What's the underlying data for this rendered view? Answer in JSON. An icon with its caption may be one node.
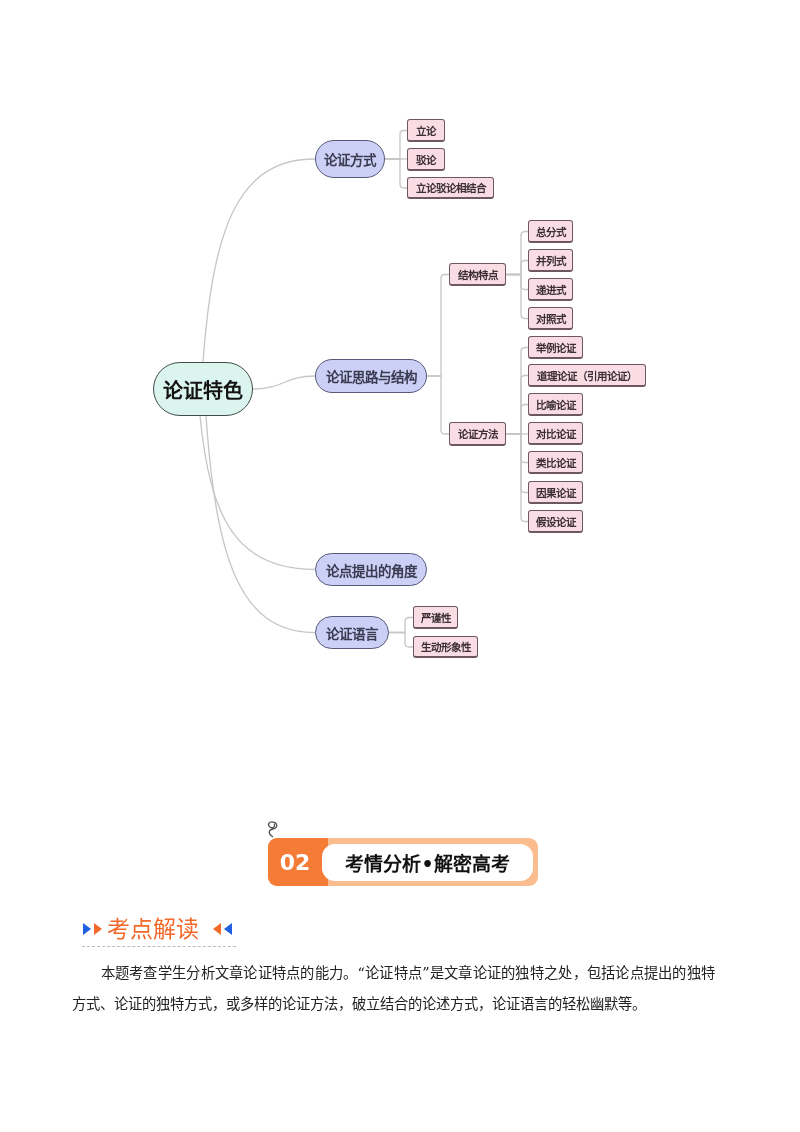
{
  "diagram": {
    "nodes": [
      {
        "text": [
          "论证特色"
        ]
      },
      {
        "text": [
          "论证方式"
        ]
      },
      {
        "text": [
          "立论"
        ]
      },
      {
        "text": [
          "驳论"
        ]
      },
      {
        "text": [
          "立论驳论相结合"
        ]
      },
      {
        "text": [
          "论证思路与结构"
        ]
      },
      {
        "text": [
          "结构特点"
        ]
      },
      {
        "text": [
          "总分式"
        ]
      },
      {
        "text": [
          "并列式"
        ]
      },
      {
        "text": [
          "递进式"
        ]
      },
      {
        "text": [
          "对照式"
        ]
      },
      {
        "text": [
          "论证方法"
        ]
      },
      {
        "text": [
          "举例论证"
        ]
      },
      {
        "text": [
          "道理论证（引用论证）"
        ]
      },
      {
        "text": [
          "比喻论证"
        ]
      },
      {
        "text": [
          "对比论证"
        ]
      },
      {
        "text": [
          "类比论证"
        ]
      },
      {
        "text": [
          "因果论证"
        ]
      },
      {
        "text": [
          "假设论证"
        ]
      },
      {
        "text": [
          "论点提出的角度"
        ]
      },
      {
        "text": [
          "论证语言"
        ]
      },
      {
        "text": [
          "严谨性"
        ]
      },
      {
        "text": [
          "生动形象性"
        ]
      },
      {
        "text": [
          "02",
          "考情分析•解密高考"
        ]
      }
    ],
    "edges": [
      {
        "from": 0,
        "to": 1,
        "arrow": "none"
      },
      {
        "from": 1,
        "to": 2,
        "arrow": "none"
      },
      {
        "from": 1,
        "to": 3,
        "arrow": "none"
      },
      {
        "from": 1,
        "to": 4,
        "arrow": "none"
      },
      {
        "from": 0,
        "to": 5,
        "arrow": "none"
      },
      {
        "from": 5,
        "to": 6,
        "arrow": "none"
      },
      {
        "from": 6,
        "to": 7,
        "arrow": "none"
      },
      {
        "from": 6,
        "to": 8,
        "arrow": "none"
      },
      {
        "from": 6,
        "to": 9,
        "arrow": "none"
      },
      {
        "from": 6,
        "to": 10,
        "arrow": "none"
      },
      {
        "from": 5,
        "to": 11,
        "arrow": "none"
      },
      {
        "from": 11,
        "to": 12,
        "arrow": "none"
      },
      {
        "from": 11,
        "to": 13,
        "arrow": "none"
      },
      {
        "from": 11,
        "to": 14,
        "arrow": "none"
      },
      {
        "from": 11,
        "to": 15,
        "arrow": "none"
      },
      {
        "from": 11,
        "to": 16,
        "arrow": "none"
      },
      {
        "from": 11,
        "to": 17,
        "arrow": "none"
      },
      {
        "from": 11,
        "to": 18,
        "arrow": "none"
      },
      {
        "from": 0,
        "to": 19,
        "arrow": "none"
      },
      {
        "from": 0,
        "to": 20,
        "arrow": "none"
      },
      {
        "from": 20,
        "to": 21,
        "arrow": "none"
      },
      {
        "from": 20,
        "to": 22,
        "arrow": "none"
      }
    ],
    "labels": [
      "考点解读",
      "本题考查学生分析文章论证特点的能力。“论证特点”是文章论证的独特之处，包括论点提出的独特方式、论证的独特方式，或多样的论证方法，破立结合的论述方式，论证语言的轻松幽默等。"
    ]
  }
}
